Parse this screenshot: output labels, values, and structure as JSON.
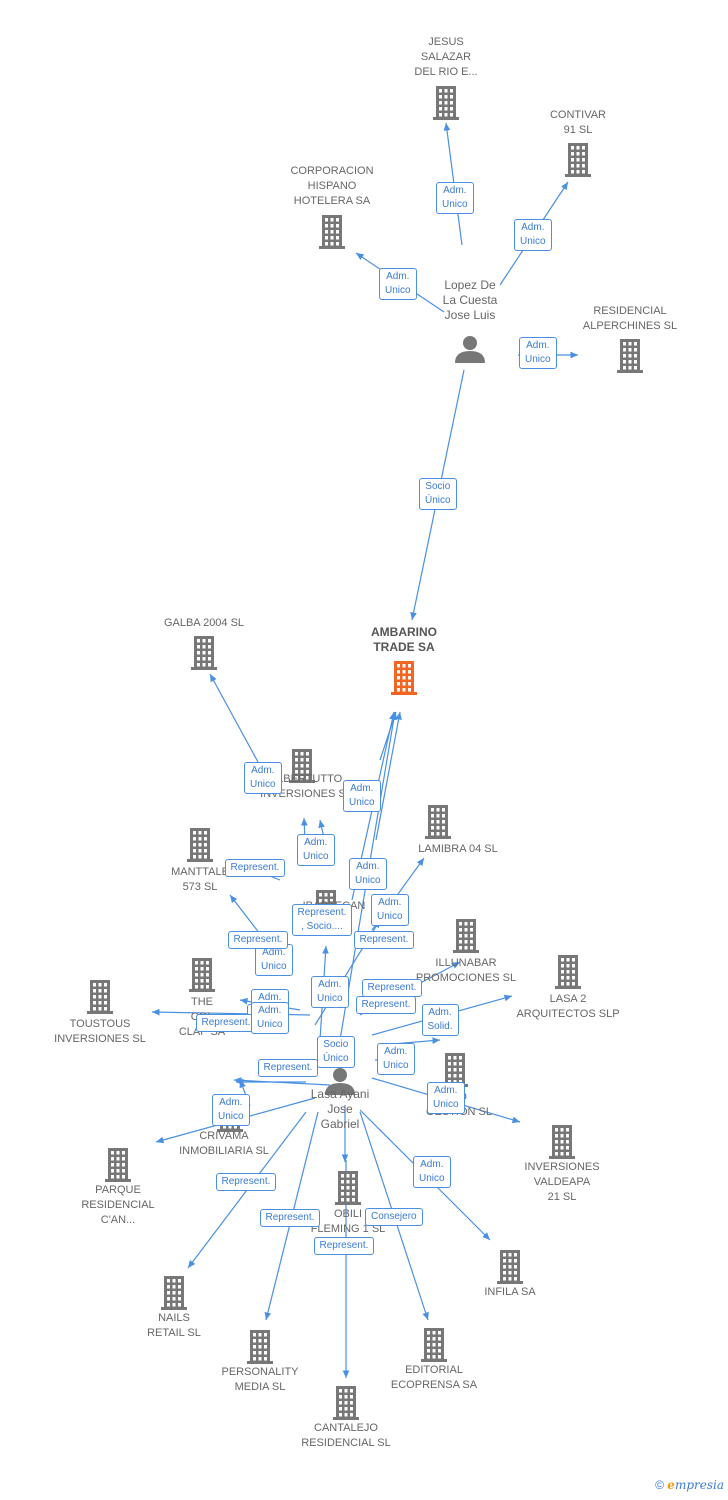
{
  "colors": {
    "edge": "#4a90e2",
    "icon": "#777777",
    "focus_icon": "#f26522"
  },
  "nodes": [
    {
      "id": "jesus",
      "label": "JESUS\nSALAZAR\nDEL RIO E...",
      "icon": "building-icon"
    },
    {
      "id": "contivar",
      "label": "CONTIVAR\n91 SL",
      "icon": "building-icon"
    },
    {
      "id": "corporacion",
      "label": "CORPORACION\nHISPANO\nHOTELERA SA",
      "icon": "building-icon"
    },
    {
      "id": "lopez",
      "label": "Lopez De\nLa Cuesta\nJose Luis",
      "icon": "person-icon"
    },
    {
      "id": "residencial",
      "label": "RESIDENCIAL\nALPERCHINES SL",
      "icon": "building-icon"
    },
    {
      "id": "galba",
      "label": "GALBA 2004 SL",
      "icon": "building-icon"
    },
    {
      "id": "ambarino",
      "label": "AMBARINO\nTRADE SA",
      "icon": "building-icon"
    },
    {
      "id": "albertutto",
      "label": "ALBERTUTTO\nINVERSIONES SL",
      "icon": "building-icon"
    },
    {
      "id": "lamibra",
      "label": "LAMIBRA 04 SL",
      "icon": "building-icon"
    },
    {
      "id": "manttale",
      "label": "MANTTALE\n573 SL",
      "icon": "building-icon"
    },
    {
      "id": "ibartecan",
      "label": "IBARTECAN",
      "icon": "building-icon"
    },
    {
      "id": "illunabar",
      "label": "ILLUNABAR\nPROMOCIONES SL",
      "icon": "building-icon"
    },
    {
      "id": "lasa2",
      "label": "LASA 2\nARQUITECTOS SLP",
      "icon": "building-icon"
    },
    {
      "id": "toustous",
      "label": "TOUSTOUS\nINVERSIONES SL",
      "icon": "building-icon"
    },
    {
      "id": "clap",
      "label": "THE\nCOL\nCLAP SA",
      "icon": "building-icon"
    },
    {
      "id": "lasa_ayani",
      "label": "Lasa Ayani\nJose\nGabriel",
      "icon": "person-icon"
    },
    {
      "id": "gestion",
      "label": "KO\nGESTION SL",
      "icon": "building-icon"
    },
    {
      "id": "crivama",
      "label": "CRIVAMA\nINMOBILIARIA SL",
      "icon": "building-icon"
    },
    {
      "id": "parque",
      "label": "PARQUE\nRESIDENCIAL\nC'AN...",
      "icon": "building-icon"
    },
    {
      "id": "valdeapa",
      "label": "INVERSIONES\nVALDEAPA\n21 SL",
      "icon": "building-icon"
    },
    {
      "id": "fleming",
      "label": "OBILI\nFLEMING 1 SL",
      "icon": "building-icon"
    },
    {
      "id": "infila",
      "label": "INFILA SA",
      "icon": "building-icon"
    },
    {
      "id": "nails",
      "label": "NAILS\nRETAIL SL",
      "icon": "building-icon"
    },
    {
      "id": "personality",
      "label": "PERSONALITY\nMEDIA SL",
      "icon": "building-icon"
    },
    {
      "id": "editorial",
      "label": "EDITORIAL\nECOPRENSA SA",
      "icon": "building-icon"
    },
    {
      "id": "cantalejo",
      "label": "CANTALEJO\nRESIDENCIAL SL",
      "icon": "building-icon"
    }
  ],
  "edge_labels": [
    "Adm.\nUnico",
    "Adm.\nUnico",
    "Adm.\nUnico",
    "Adm.\nUnico",
    "Socio\nÚnico",
    "Adm.\nUnico",
    "Adm.\nUnico",
    "Adm.\nUnico",
    "Adm.\nUnico",
    "Represent.\n, Socio....",
    "Adm.\nUnico",
    "Represent.",
    "Adm.\nUnico",
    "Represent.",
    "Represent.",
    "Adm.\nUnico",
    "Adm.\nUnico",
    "Adm.",
    "Represent.",
    "Represent.",
    "Represent.",
    "Adm.\nSolid.",
    "Adm.\nUnico",
    "Socio\nÚnico",
    "Represent.",
    "Adm.\nUnico",
    "Adm.\nUnico",
    "Adm.\nUnico",
    "Represent.",
    "Represent.",
    "Consejero",
    "Represent.",
    "Adm.\nUnico"
  ],
  "footer": {
    "copyright": "©",
    "brand_first": "e",
    "brand_rest": "mpresia"
  }
}
